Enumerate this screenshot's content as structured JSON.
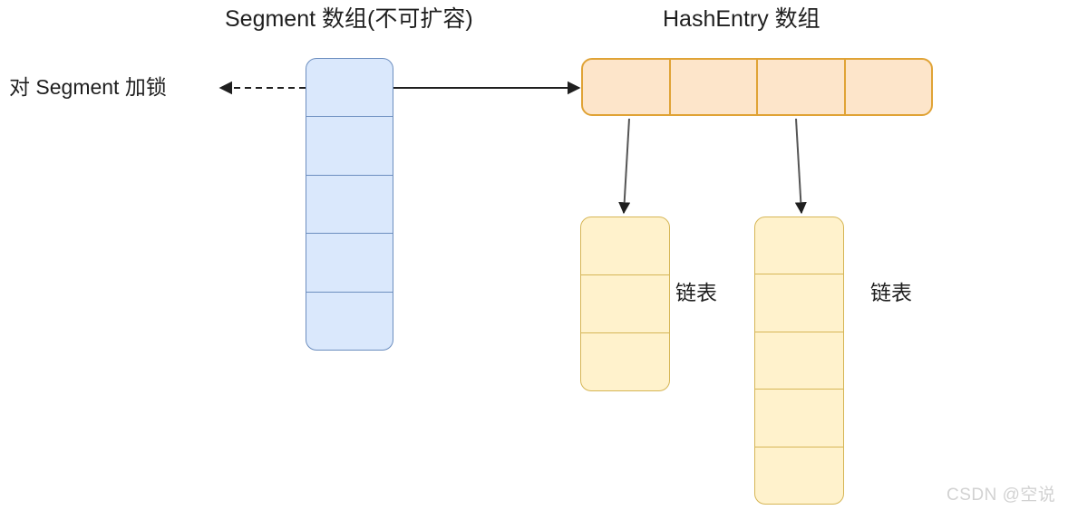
{
  "diagram": {
    "titles": {
      "segment_array": "Segment 数组(不可扩容)",
      "hashentry_array": "HashEntry 数组"
    },
    "annotations": {
      "lock_label": "对 Segment 加锁",
      "list_label_1": "链表",
      "list_label_2": "链表"
    },
    "segment_array": {
      "name": "Segment 数组",
      "cell_count": 5,
      "fill": "#dae8fc",
      "stroke": "#6c8ebf"
    },
    "hashentry_array": {
      "name": "HashEntry 数组",
      "cell_count": 4,
      "fill": "#fde5ca",
      "stroke": "#e0a336"
    },
    "linked_lists": [
      {
        "name": "链表 1",
        "cell_count": 3,
        "fill": "#fff2cc",
        "stroke": "#d6b656"
      },
      {
        "name": "链表 2",
        "cell_count": 5,
        "fill": "#fff2cc",
        "stroke": "#d6b656"
      }
    ],
    "connectors": [
      {
        "name": "lock-dashed-arrow",
        "style": "dashed",
        "direction": "left"
      },
      {
        "name": "segment-to-hashentry-arrow",
        "style": "solid",
        "direction": "right"
      },
      {
        "name": "hashentry-cell1-to-list1-arrow",
        "style": "solid",
        "direction": "down"
      },
      {
        "name": "hashentry-cell3-to-list2-arrow",
        "style": "solid",
        "direction": "down"
      }
    ]
  },
  "watermark": {
    "text": "CSDN @空说",
    "color": "#d2d2d2"
  }
}
